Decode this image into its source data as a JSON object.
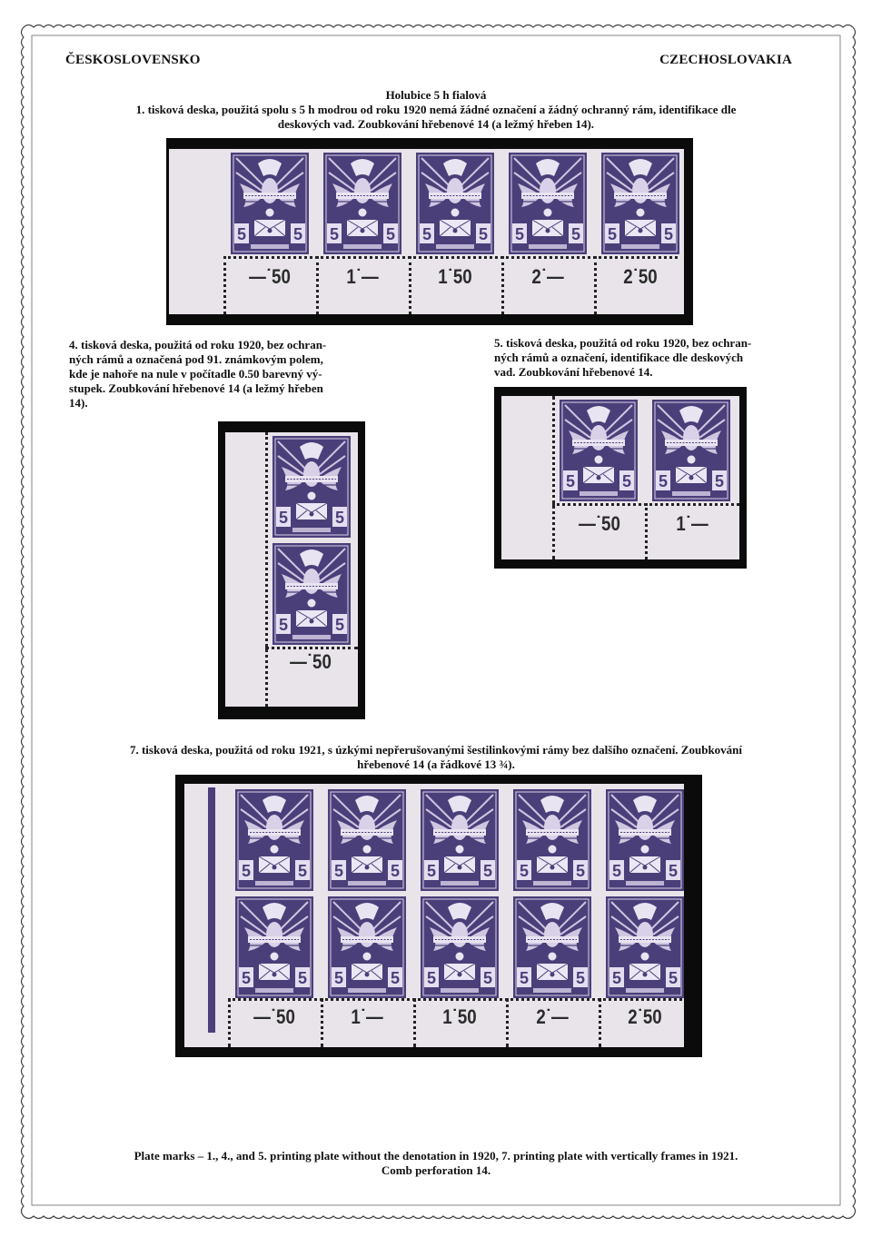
{
  "header": {
    "left": "ČESKOSLOVENSKO",
    "right": "CZECHOSLOVAKIA"
  },
  "title": "Holubice 5 h fialová",
  "section1": {
    "lines": [
      "1. tisková deska, použitá spolu s 5 h modrou od roku 1920 nemá žádné označení a žádný ochranný rám, identifikace dle",
      "deskových vad. Zoubkování hřebenové 14 (a ležmý hřeben 14)."
    ],
    "values": [
      "—˙50",
      "1˙—",
      "1˙50",
      "2˙—",
      "2˙50"
    ]
  },
  "section4": {
    "lines": [
      "4. tisková deska, použitá od roku 1920, bez ochran-",
      "ných rámů a označená pod  91. známkovým polem,",
      "kde je nahoře na nule v počítadle  0.50  barevný vý-",
      "stupek. Zoubkování hřebenové 14  (a ležmý hřeben",
      "14)."
    ],
    "values": [
      "—˙50"
    ]
  },
  "section5": {
    "lines": [
      "5. tisková deska, použitá od roku 1920, bez ochran-",
      "ných rámů  a označení,  identifikace dle deskových",
      "vad. Zoubkování hřebenové 14."
    ],
    "values": [
      "—˙50",
      "1˙—"
    ]
  },
  "section7": {
    "lines": [
      "7. tisková deska, použitá od roku 1921, s úzkými nepřerušovanými šestilinkovými rámy bez dalšího označení. Zoubkování",
      "hřebenové 14 (a řádkové 13 ¾)."
    ],
    "values": [
      "—˙50",
      "1˙—",
      "1˙50",
      "2˙—",
      "2˙50"
    ]
  },
  "footer": {
    "lines": [
      "Plate marks – 1., 4., and 5. printing plate without the denotation in 1920, 7. printing plate with vertically frames in 1921.",
      "Comb perforation 14."
    ]
  },
  "stamp": {
    "denomination": "5",
    "color": "#4b3f7a"
  }
}
